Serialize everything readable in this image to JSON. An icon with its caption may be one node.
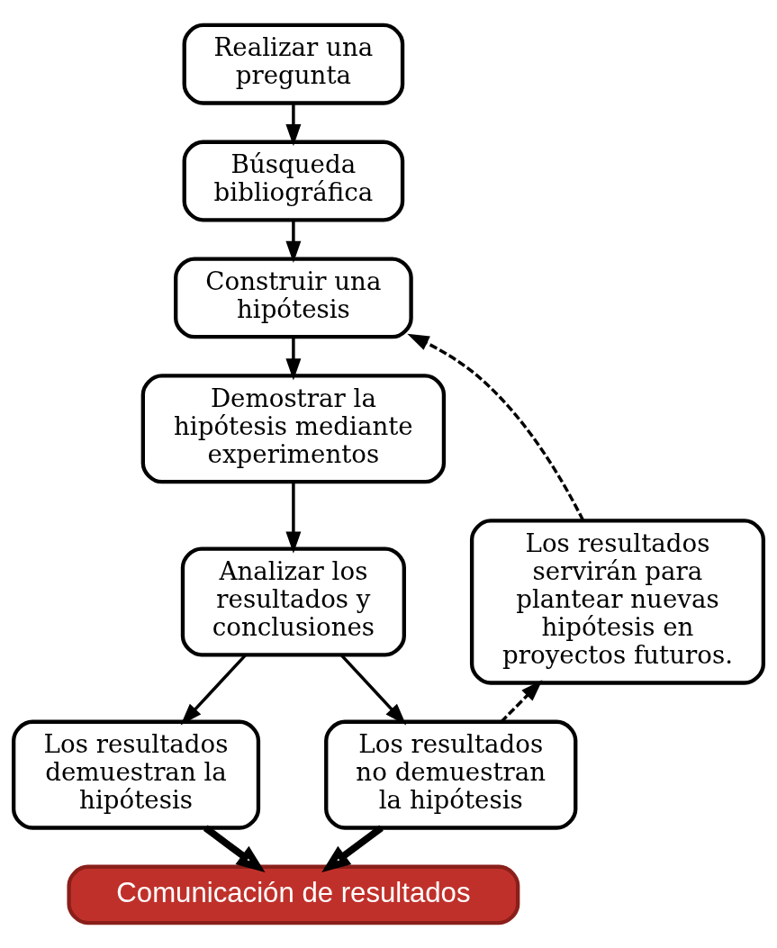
{
  "diagram": {
    "nodes": [
      {
        "text": [
          "Realizar una pregunta"
        ]
      },
      {
        "text": [
          "Búsqueda bibliográfica"
        ]
      },
      {
        "text": [
          "Construir una hipótesis"
        ]
      },
      {
        "text": [
          "Demostrar la hipótesis mediante experimentos"
        ]
      },
      {
        "text": [
          "Analizar los resultados y conclusiones"
        ]
      },
      {
        "text": [
          "Los resultados demuestran la hipótesis"
        ]
      },
      {
        "text": [
          "Los resultados no demuestran la hipótesis"
        ]
      },
      {
        "text": [
          "Los resultados servirán para plantear nuevas hipótesis en proyectos futuros."
        ]
      },
      {
        "text": [
          "Comunicación de resultados"
        ]
      }
    ],
    "edges": [
      {
        "from": 0,
        "to": 1,
        "arrow": "to"
      },
      {
        "from": 1,
        "to": 2,
        "arrow": "to"
      },
      {
        "from": 2,
        "to": 3,
        "arrow": "to"
      },
      {
        "from": 3,
        "to": 4,
        "arrow": "to"
      },
      {
        "from": 4,
        "to": 5,
        "arrow": "to"
      },
      {
        "from": 4,
        "to": 6,
        "arrow": "to"
      },
      {
        "from": 6,
        "to": 7,
        "arrow": "to",
        "style": "dashed"
      },
      {
        "from": 7,
        "to": 2,
        "arrow": "to",
        "style": "dashed"
      },
      {
        "from": 5,
        "to": 8,
        "arrow": "to",
        "style": "thick"
      },
      {
        "from": 6,
        "to": 8,
        "arrow": "to",
        "style": "thick"
      }
    ]
  }
}
